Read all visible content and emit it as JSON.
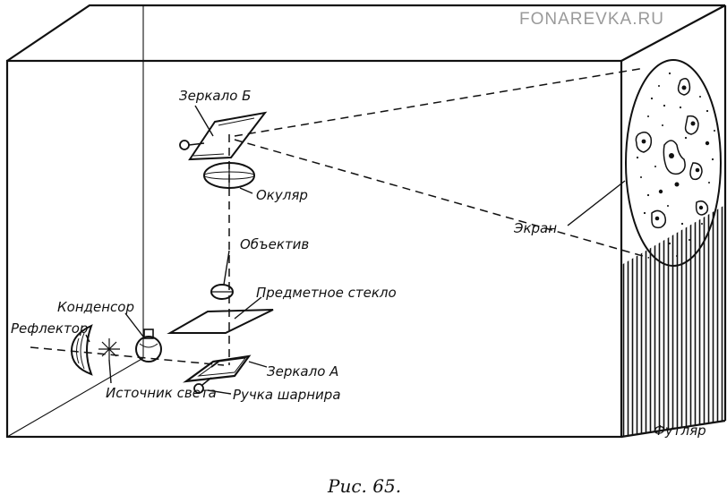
{
  "watermark": "FONAREVKA.RU",
  "caption": "Рис. 65.",
  "labels": {
    "mirror_b": "Зеркало Б",
    "eyepiece": "Окуляр",
    "objective": "Объектив",
    "slide": "Предметное стекло",
    "condenser": "Конденсор",
    "reflector": "Рефлектор",
    "mirror_a": "Зеркало А",
    "hinge_handle": "Ручка шарнира",
    "light_source": "Источник света",
    "screen": "Экран",
    "case": "Футляр"
  }
}
